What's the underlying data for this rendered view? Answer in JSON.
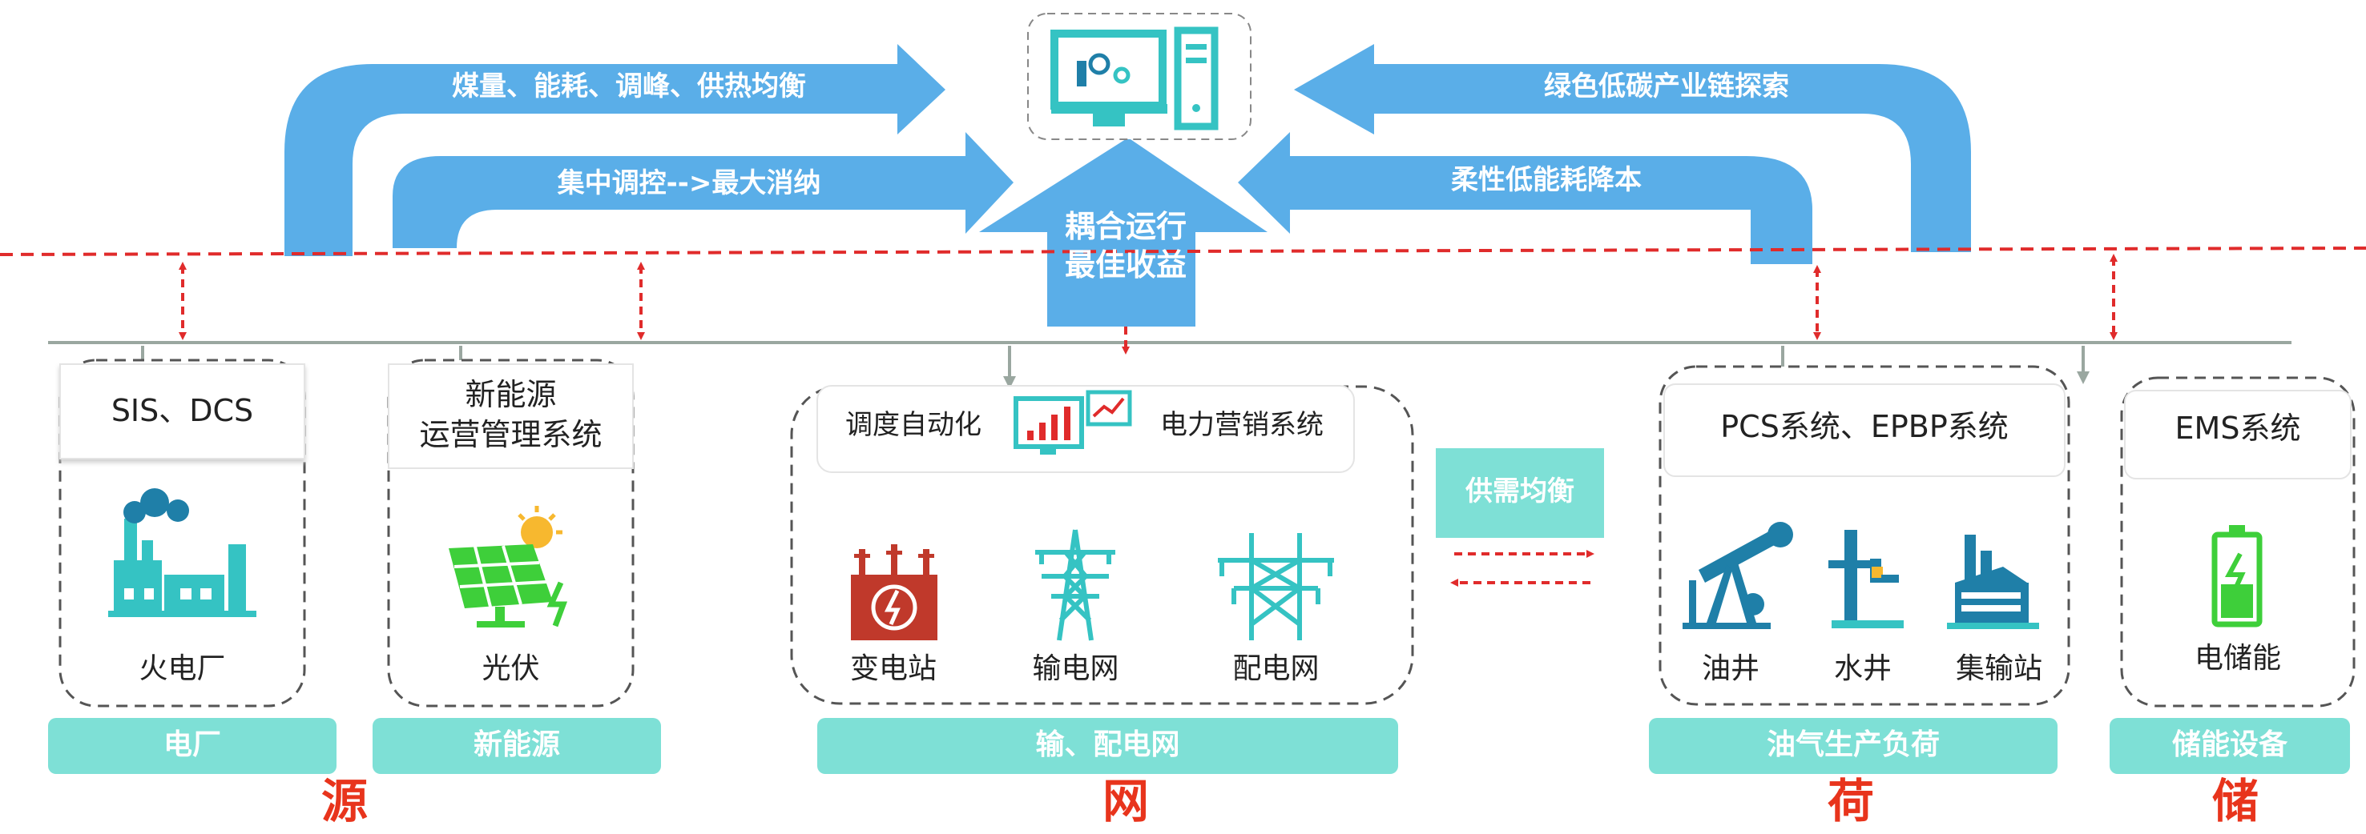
{
  "arrows": {
    "top_left": "煤量、能耗、调峰、供热均衡",
    "mid_left": "集中调控-->最大消纳",
    "top_right": "绿色低碳产业链探索",
    "mid_right": "柔性低能耗降本",
    "center_line1": "耦合运行",
    "center_line2": "最佳收益"
  },
  "panels": {
    "power_plant": {
      "header": "SIS、DCS",
      "item": "火电厂",
      "bar": "电厂",
      "bottom": "源",
      "icon": "factory-icon"
    },
    "new_energy": {
      "header_line1": "新能源",
      "header_line2": "运营管理系统",
      "item": "光伏",
      "bar": "新能源",
      "icon": "solar-panel-icon"
    },
    "grid": {
      "header_left": "调度自动化",
      "header_right": "电力营销系统",
      "items": [
        "变电站",
        "输电网",
        "配电网"
      ],
      "bar": "输、配电网",
      "bottom": "网",
      "icons": [
        "transformer-icon",
        "transmission-tower-icon",
        "distribution-tower-icon"
      ]
    },
    "balance": {
      "label": "供需均衡"
    },
    "oil_gas": {
      "header": "PCS系统、EPBP系统",
      "items": [
        "油井",
        "水井",
        "集输站"
      ],
      "bar": "油气生产负荷",
      "bottom": "荷",
      "icons": [
        "pumpjack-icon",
        "water-well-icon",
        "gathering-station-icon"
      ]
    },
    "storage": {
      "header": "EMS系统",
      "item": "电储能",
      "bar": "储能设备",
      "bottom": "储",
      "icon": "battery-icon"
    }
  },
  "colors": {
    "arrow_blue": "#5aaee8",
    "teal": "#7ee0d6",
    "teal_icon": "#35c3c3",
    "red_dash": "#e02b2b",
    "label_red": "#e8341c",
    "green": "#3ecf3a"
  }
}
